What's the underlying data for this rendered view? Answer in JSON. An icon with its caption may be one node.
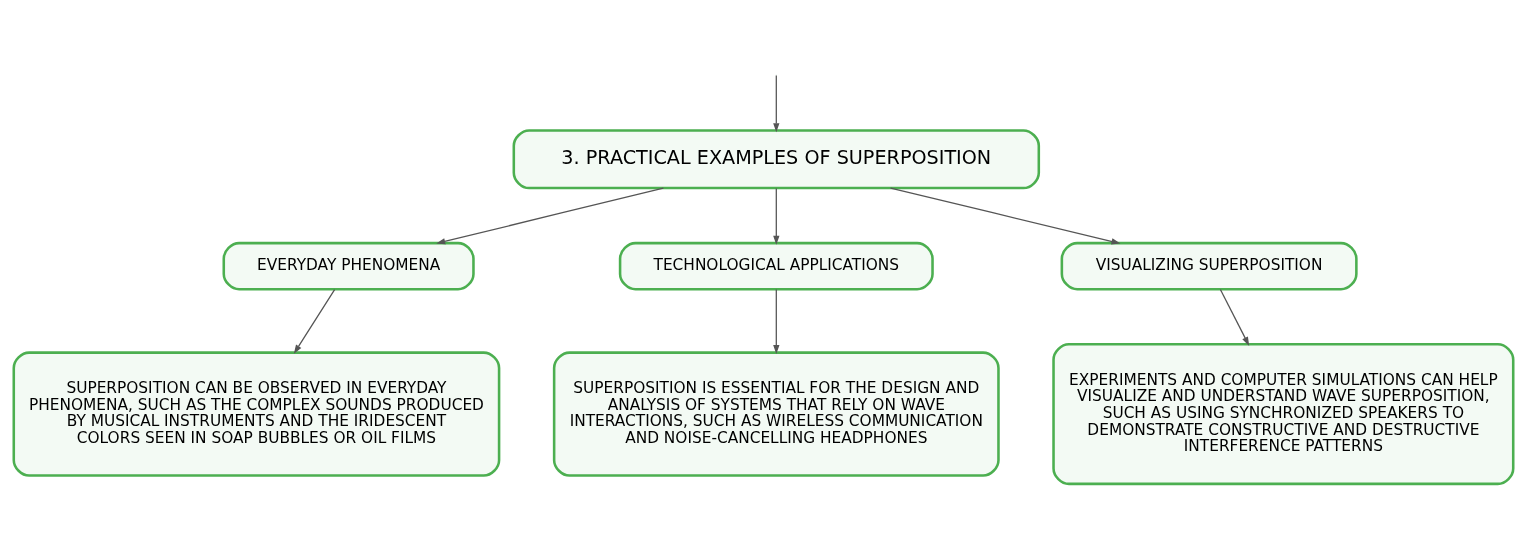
{
  "diagram": {
    "nodes": [
      {
        "text": [
          "3. PRACTICAL EXAMPLES OF SUPERPOSITION"
        ]
      },
      {
        "text": [
          "EVERYDAY PHENOMENA"
        ]
      },
      {
        "text": [
          "TECHNOLOGICAL APPLICATIONS"
        ]
      },
      {
        "text": [
          "VISUALIZING SUPERPOSITION"
        ]
      },
      {
        "text": [
          "SUPERPOSITION CAN BE OBSERVED IN EVERYDAY PHENOMENA, SUCH AS THE COMPLEX SOUNDS PRODUCED BY MUSICAL INSTRUMENTS AND THE IRIDESCENT COLORS SEEN IN SOAP BUBBLES OR OIL FILMS"
        ]
      },
      {
        "text": [
          "SUPERPOSITION IS ESSENTIAL FOR THE DESIGN AND ANALYSIS OF SYSTEMS THAT RELY ON WAVE INTERACTIONS, SUCH AS WIRELESS COMMUNICATION AND NOISE-CANCELLING HEADPHONES"
        ]
      },
      {
        "text": [
          "EXPERIMENTS AND COMPUTER SIMULATIONS CAN HELP VISUALIZE AND UNDERSTAND WAVE SUPERPOSITION, SUCH AS USING SYNCHRONIZED SPEAKERS TO DEMONSTRATE CONSTRUCTIVE AND DESTRUCTIVE INTERFERENCE PATTERNS"
        ]
      }
    ],
    "edges": [
      {
        "from": null,
        "to": 0,
        "arrow": "to"
      },
      {
        "from": 0,
        "to": 1,
        "arrow": "to"
      },
      {
        "from": 0,
        "to": 2,
        "arrow": "to"
      },
      {
        "from": 0,
        "to": 3,
        "arrow": "to"
      },
      {
        "from": 1,
        "to": 4,
        "arrow": "to"
      },
      {
        "from": 2,
        "to": 5,
        "arrow": "to"
      },
      {
        "from": 3,
        "to": 6,
        "arrow": "to"
      }
    ]
  }
}
